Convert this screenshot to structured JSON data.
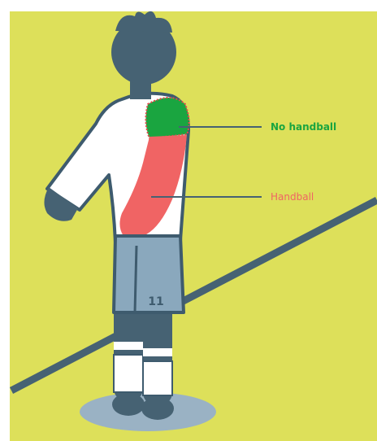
{
  "labels": {
    "no_handball": "No handball",
    "handball": "Handball"
  },
  "player": {
    "shorts_number": "11"
  },
  "colors": {
    "background": "#dde05a",
    "outline": "#3e5b6e",
    "skin_hair": "#466273",
    "shirt": "#ffffff",
    "shorts": "#8aa8bd",
    "no_handball": "#1aa540",
    "handball": "#f06464",
    "shadow": "#9ab2c4"
  }
}
